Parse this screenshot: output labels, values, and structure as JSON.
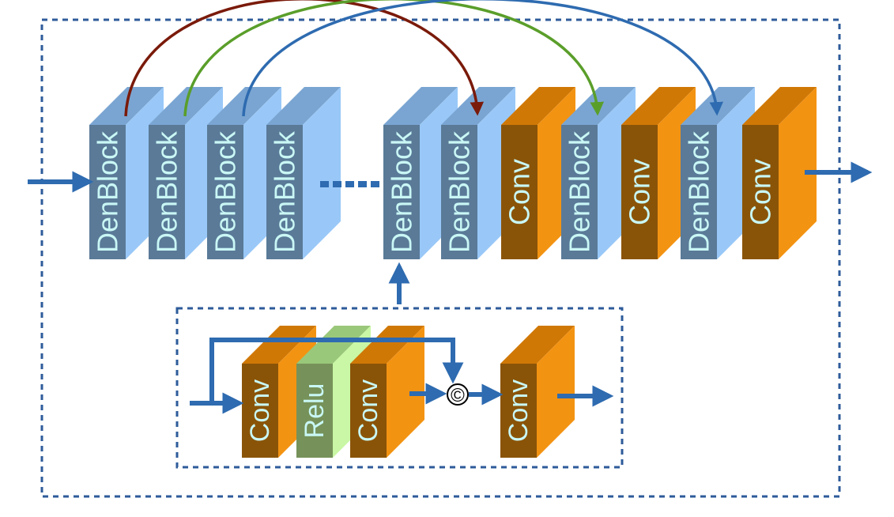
{
  "colors": {
    "denblock_front": "#5a7a98",
    "denblock_side": "#99c8f8",
    "denblock_top": "#7aa5d2",
    "conv_front": "#8a5408",
    "conv_side": "#f39312",
    "conv_top": "#d07806",
    "relu_front": "#76925a",
    "relu_side": "#c9f7a5",
    "relu_top": "#9ac87a",
    "label": "#c9f7f5",
    "arrow": "#2e6bb0",
    "skip_red": "#7a1a0a",
    "skip_green": "#5a9e2a",
    "skip_blue": "#2e6bb0",
    "dash": "#2e5b9a"
  },
  "main": {
    "blocks": [
      {
        "type": "denblock",
        "label": "DenBlock"
      },
      {
        "type": "denblock",
        "label": "DenBlock"
      },
      {
        "type": "denblock",
        "label": "DenBlock"
      },
      {
        "type": "denblock",
        "label": "DenBlock"
      },
      {
        "type": "denblock",
        "label": "DenBlock"
      },
      {
        "type": "denblock",
        "label": "DenBlock"
      },
      {
        "type": "conv",
        "label": "Conv"
      },
      {
        "type": "denblock",
        "label": "DenBlock"
      },
      {
        "type": "conv",
        "label": "Conv"
      },
      {
        "type": "denblock",
        "label": "DenBlock"
      },
      {
        "type": "conv",
        "label": "Conv"
      }
    ],
    "skips": [
      {
        "from": 0,
        "to": 5,
        "color": "skip_red"
      },
      {
        "from": 1,
        "to": 7,
        "color": "skip_green"
      },
      {
        "from": 2,
        "to": 9,
        "color": "skip_blue"
      }
    ]
  },
  "detail": {
    "blocks": [
      {
        "type": "conv",
        "label": "Conv"
      },
      {
        "type": "relu",
        "label": "Relu"
      },
      {
        "type": "conv",
        "label": "Conv"
      },
      {
        "type": "conv",
        "label": "Conv"
      }
    ],
    "concat_symbol": "©"
  }
}
